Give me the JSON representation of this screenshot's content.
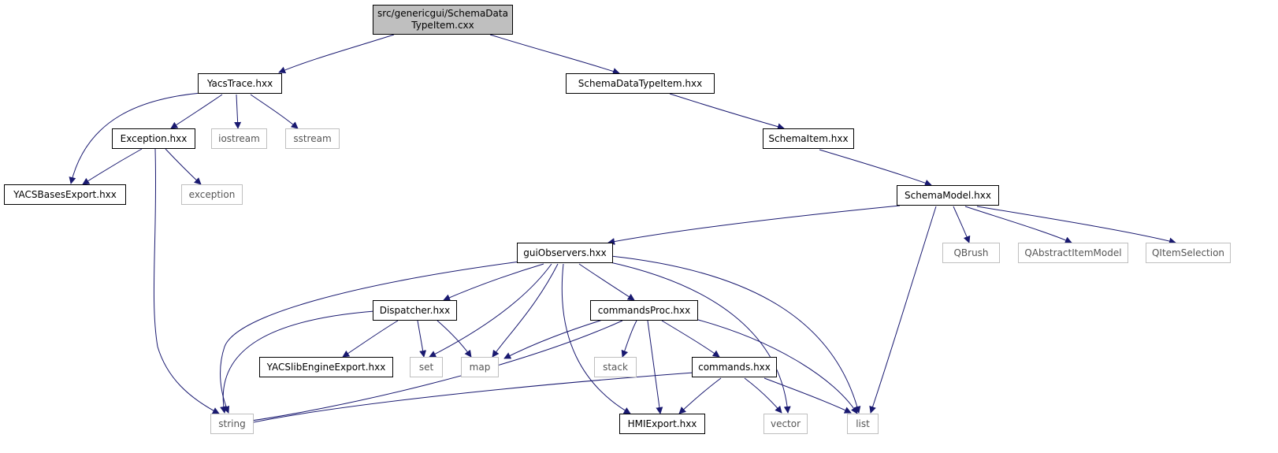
{
  "diagram": {
    "root": {
      "line1": "src/genericgui/SchemaData",
      "line2": "TypeItem.cxx"
    },
    "nodes": {
      "yacstrace": "YacsTrace.hxx",
      "schemadatatypeitem_hxx": "SchemaDataTypeItem.hxx",
      "exception_hxx": "Exception.hxx",
      "iostream": "iostream",
      "sstream": "sstream",
      "schemaitem": "SchemaItem.hxx",
      "yacsbasesexport": "YACSBasesExport.hxx",
      "exception": "exception",
      "schemamodel": "SchemaModel.hxx",
      "guiobservers": "guiObservers.hxx",
      "qbrush": "QBrush",
      "qabstractitemmodel": "QAbstractItemModel",
      "qitemselection": "QItemSelection",
      "dispatcher": "Dispatcher.hxx",
      "commandsproc": "commandsProc.hxx",
      "yacslibengineexport": "YACSlibEngineExport.hxx",
      "set": "set",
      "map": "map",
      "stack": "stack",
      "commands": "commands.hxx",
      "string": "string",
      "hmiexport": "HMIExport.hxx",
      "vector": "vector",
      "list": "list"
    },
    "colors": {
      "edge": "#191970",
      "root_fill": "#bfbfbf",
      "node_border": "#000000",
      "external_border": "#bfbfbf",
      "external_text": "#555555"
    }
  }
}
